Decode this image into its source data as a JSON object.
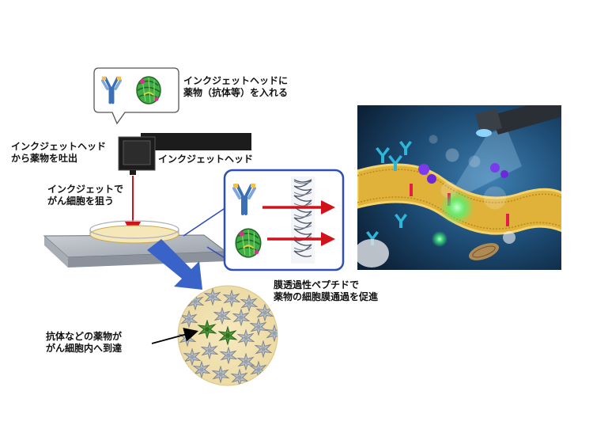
{
  "labels": {
    "load_drug": [
      "インクジェットヘッドに",
      "薬物（抗体等）を入れる"
    ],
    "eject": [
      "インクジェットヘッド",
      "から薬物を吐出"
    ],
    "head": "インクジェットヘッド",
    "target": [
      "インクジェットで",
      "がん細胞を狙う"
    ],
    "peptide": [
      "膜透過性ペプチドで",
      "薬物の細胞膜通過を促進"
    ],
    "reach": [
      "抗体などの薬物が",
      "がん細胞内へ到達"
    ]
  },
  "colors": {
    "antibody_blue": "#3b6fb6",
    "antibody_tip": "#f2c14e",
    "arrow_red": "#d0121b",
    "big_arrow_blue": "#3a63c9",
    "head_black": "#1c1c1c",
    "dish_fill": "#f6e7b8",
    "membrane_yellow": "#e0b23a",
    "bg_navy": "#16324f"
  },
  "icons": [
    "antibody-icon",
    "protein-icon",
    "inkjet-head-icon",
    "petri-dish-icon",
    "peptide-icon",
    "cell-cluster-icon"
  ]
}
